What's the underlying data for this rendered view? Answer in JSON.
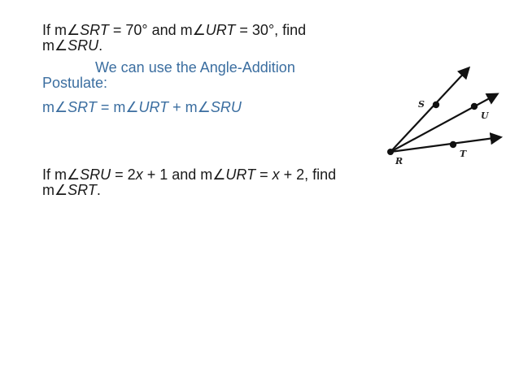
{
  "problem1": {
    "line1_pre": "If m∠",
    "line1_srt": "SRT",
    "line1_mid": " = 70° and m∠",
    "line1_urt": "URT",
    "line1_post": " = 30°, find",
    "line2_pre": "m∠",
    "line2_sru": "SRU",
    "line2_post": "."
  },
  "solution": {
    "line1": "We can use the Angle-Addition",
    "line2": "Postulate:"
  },
  "equation": {
    "p1": "m∠",
    "srt": "SRT",
    "p2": " = m∠",
    "urt": "URT",
    "p3": " + m∠",
    "sru": "SRU"
  },
  "problem2": {
    "line1_pre": "If m∠",
    "line1_sru": "SRU",
    "line1_mid1": " = 2",
    "line1_x1": "x",
    "line1_mid2": " + 1 and m∠",
    "line1_urt": "URT",
    "line1_mid3": " = ",
    "line1_x2": "x",
    "line1_post": " + 2, find",
    "line2_pre": "m∠",
    "line2_srt": "SRT",
    "line2_post": "."
  },
  "figure": {
    "labels": {
      "S": "S",
      "U": "U",
      "T": "T",
      "R": "R"
    }
  },
  "colors": {
    "text": "#1a1a1a",
    "accent": "#3b6ea0"
  }
}
